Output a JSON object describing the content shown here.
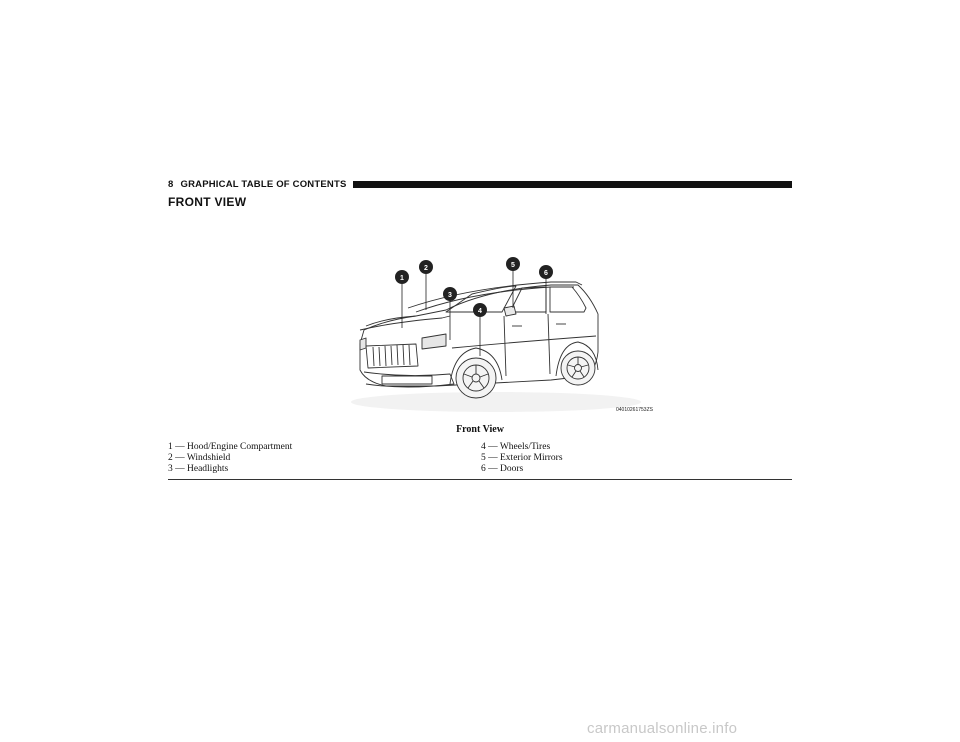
{
  "header": {
    "page_number": "8",
    "section_title": "GRAPHICAL TABLE OF CONTENTS"
  },
  "page_title": "FRONT VIEW",
  "figure": {
    "caption": "Front View",
    "reference_code": "04010261753ZS",
    "callouts": [
      "1",
      "2",
      "3",
      "4",
      "5",
      "6"
    ]
  },
  "legend": {
    "left": [
      "1 — Hood/Engine Compartment",
      "2 — Windshield",
      "3 — Headlights"
    ],
    "right": [
      "4 — Wheels/Tires",
      "5 — Exterior Mirrors",
      "6 — Doors"
    ]
  },
  "watermark": "carmanualsonline.info"
}
